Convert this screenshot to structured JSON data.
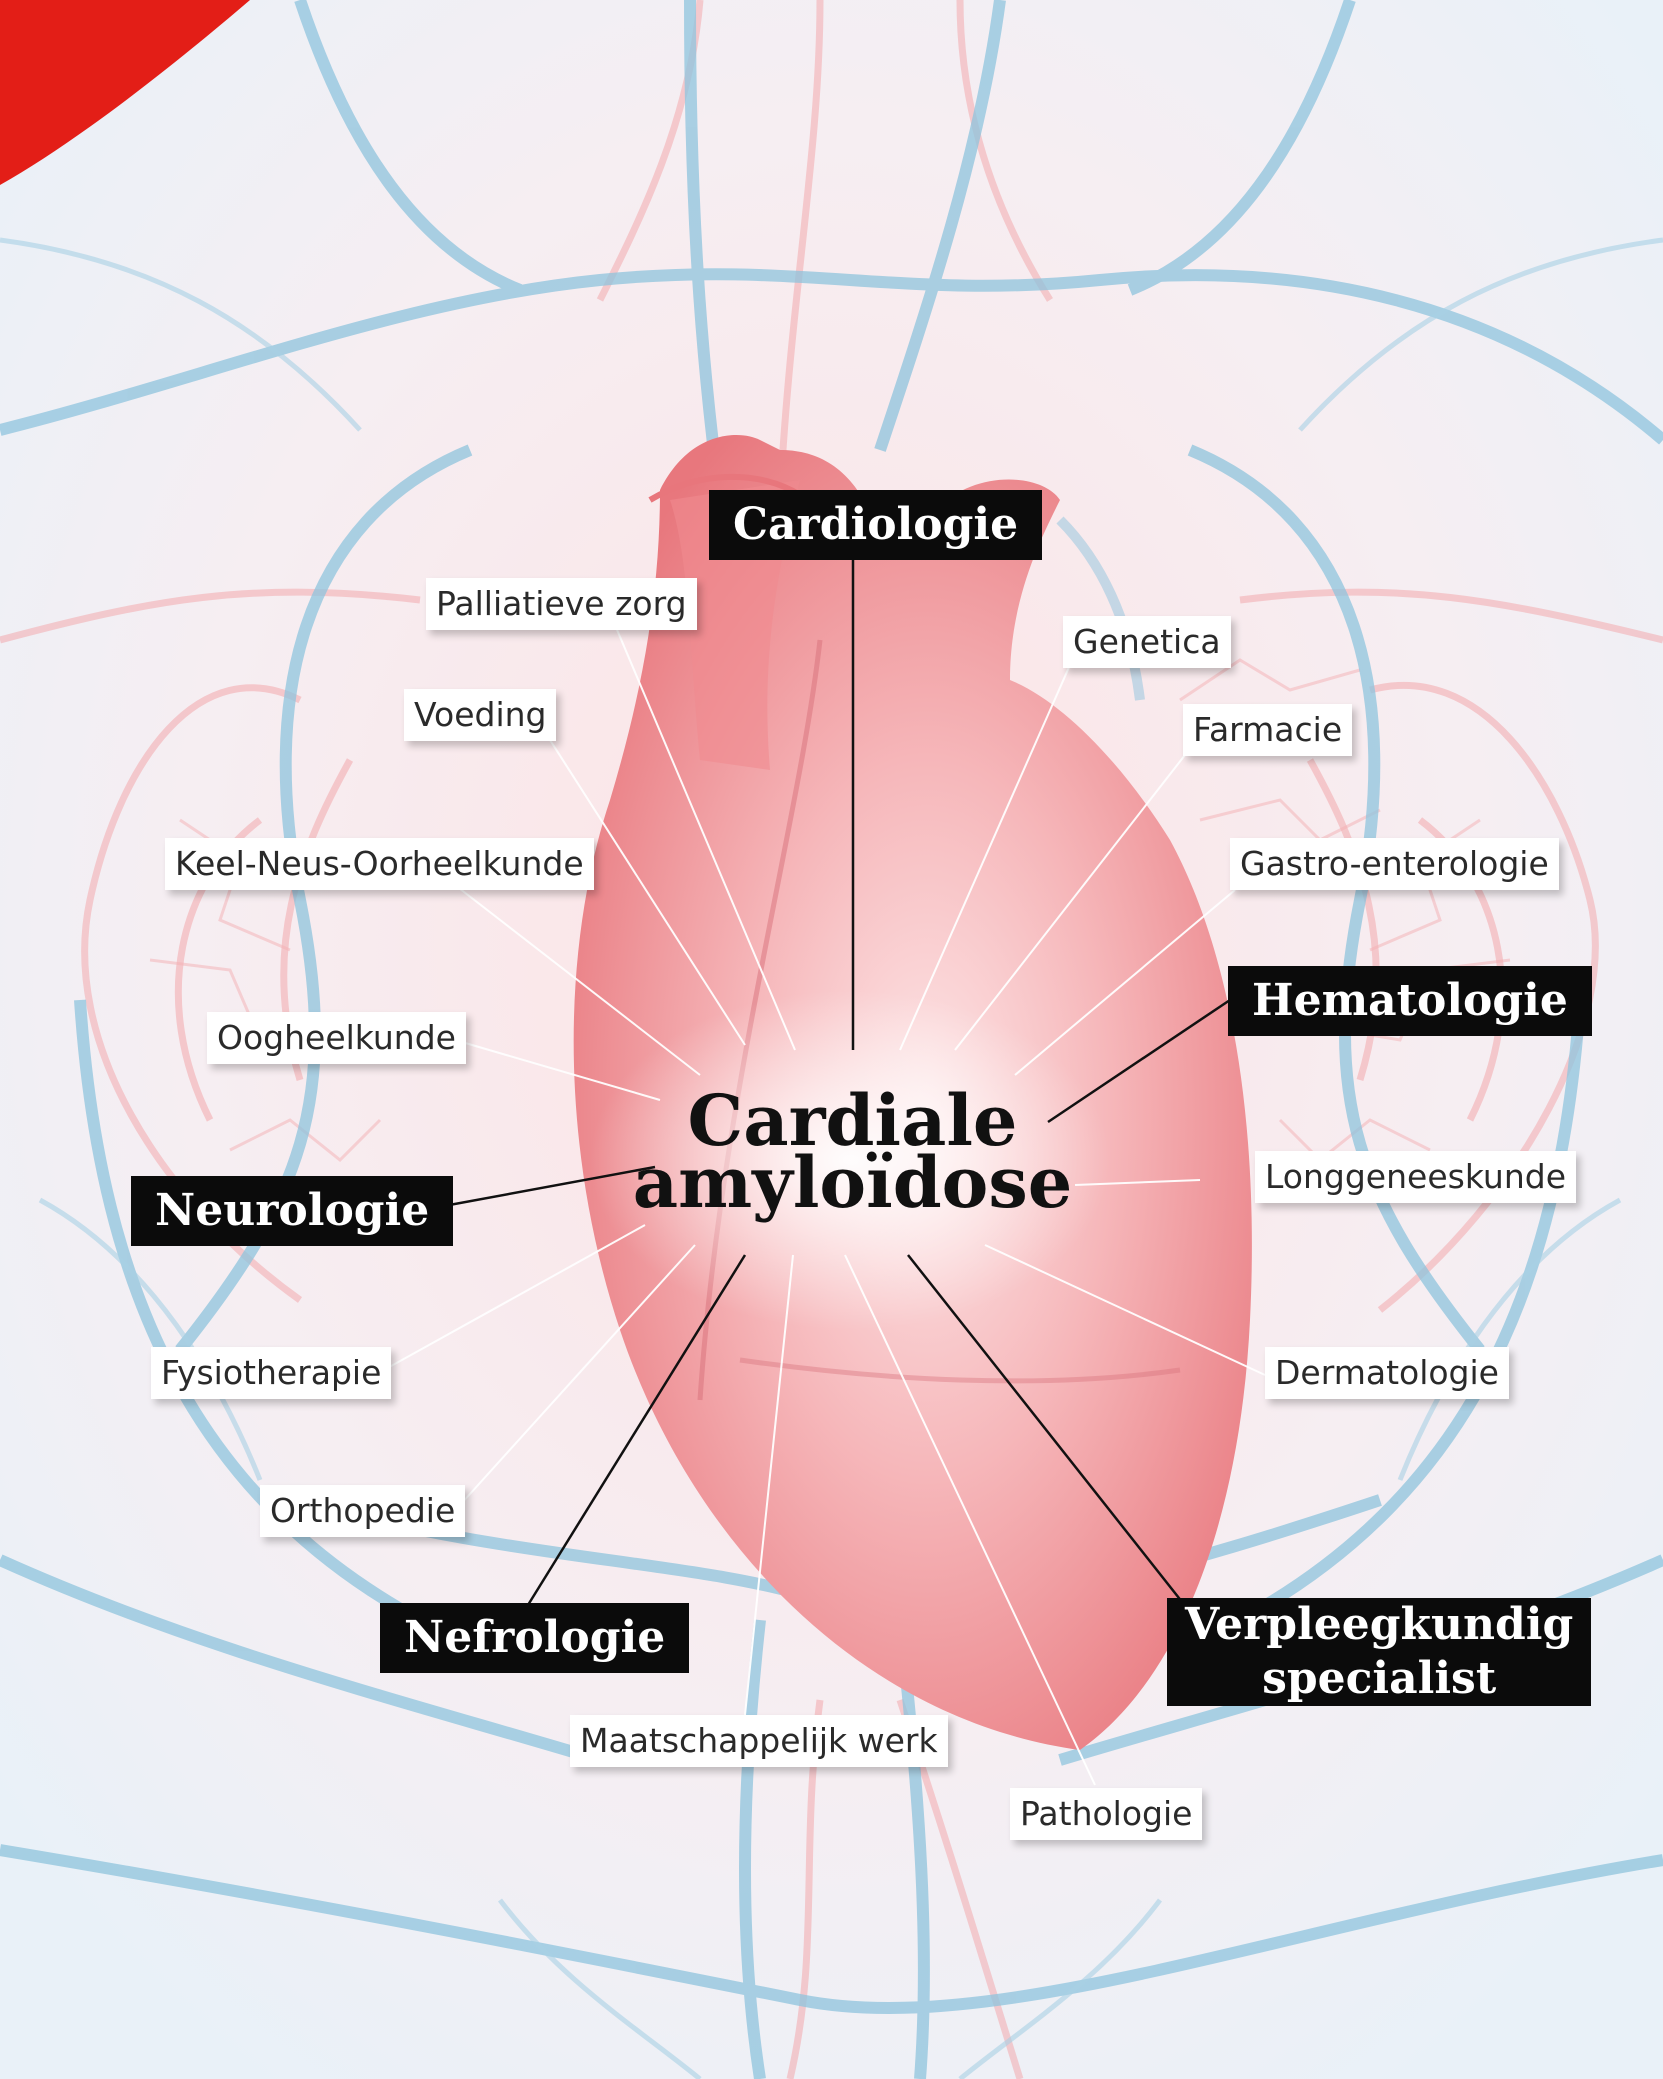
{
  "center_title": [
    "Cardiale",
    "amyloïdose"
  ],
  "specialties_major": [
    "Cardiologie",
    "Hematologie",
    "Neurologie",
    "Nefrologie",
    "Verpleegkundig specialist"
  ],
  "specialties_minor": [
    "Palliatieve zorg",
    "Genetica",
    "Voeding",
    "Farmacie",
    "Keel-Neus-Oorheelkunde",
    "Gastro-enterologie",
    "Oogheelkunde",
    "Longgeneeskunde",
    "Fysiotherapie",
    "Dermatologie",
    "Orthopedie",
    "Maatschappelijk werk",
    "Pathologie"
  ],
  "colors": {
    "heart": "#ef7f84",
    "veins": "#8fc4dd",
    "arteries": "#f3a9ad",
    "major_label_bg": "#0b0b0b",
    "minor_label_bg": "#ffffff",
    "corner_accent": "#e31e17"
  }
}
